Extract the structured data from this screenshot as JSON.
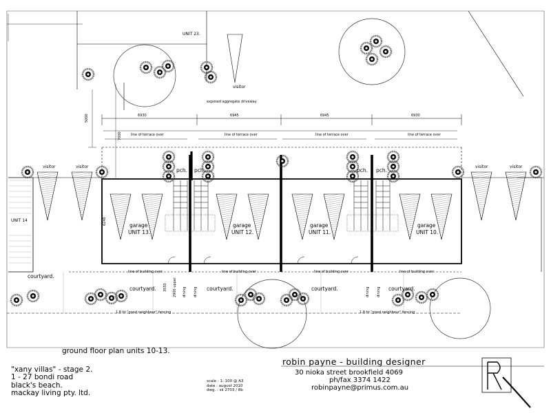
{
  "plan": {
    "top_unit": "UNIT 23.",
    "top_visitor": "visitor",
    "driveway": "exposed aggregate driveway",
    "dims_top": [
      "6930",
      "6945",
      "6945",
      "6930"
    ],
    "dim_5000": "5000",
    "dim_7000": "7000",
    "dim_6240": "6240",
    "dim_3550": "3550",
    "dim_2900": "2900 upper",
    "terrace_over": "line of terrace over",
    "building_over": "line of building over",
    "visitor": "visitor",
    "pch": "pch.",
    "unit14": "UNIT 14",
    "garages": [
      {
        "garage": "garage",
        "unit": "UNIT 13."
      },
      {
        "garage": "garage",
        "unit": "UNIT 12."
      },
      {
        "garage": "garage",
        "unit": "UNIT 11."
      },
      {
        "garage": "garage",
        "unit": "UNIT 10."
      }
    ],
    "courtyard": "courtyard.",
    "dining": "dining",
    "fencing": "1.8 ht \"good neighbour\" fencing",
    "title": "ground floor plan units 10-13."
  },
  "title_block": {
    "project_lines": [
      "\"xany villas\" - stage 2.",
      "1 - 27  bondi road",
      "black's beach.",
      "mackay living pty. ltd."
    ],
    "meta_lines": [
      "scale :  1: 100 @ A3",
      "date :  august 2010",
      "dwg. :  sk 2703 / 8b"
    ],
    "firm": "robin payne - building designer",
    "contact_lines": [
      "30 nioka street      brookfield      4069",
      "ph/fax   3374 1422",
      "robinpayne@primus.com.au"
    ]
  }
}
